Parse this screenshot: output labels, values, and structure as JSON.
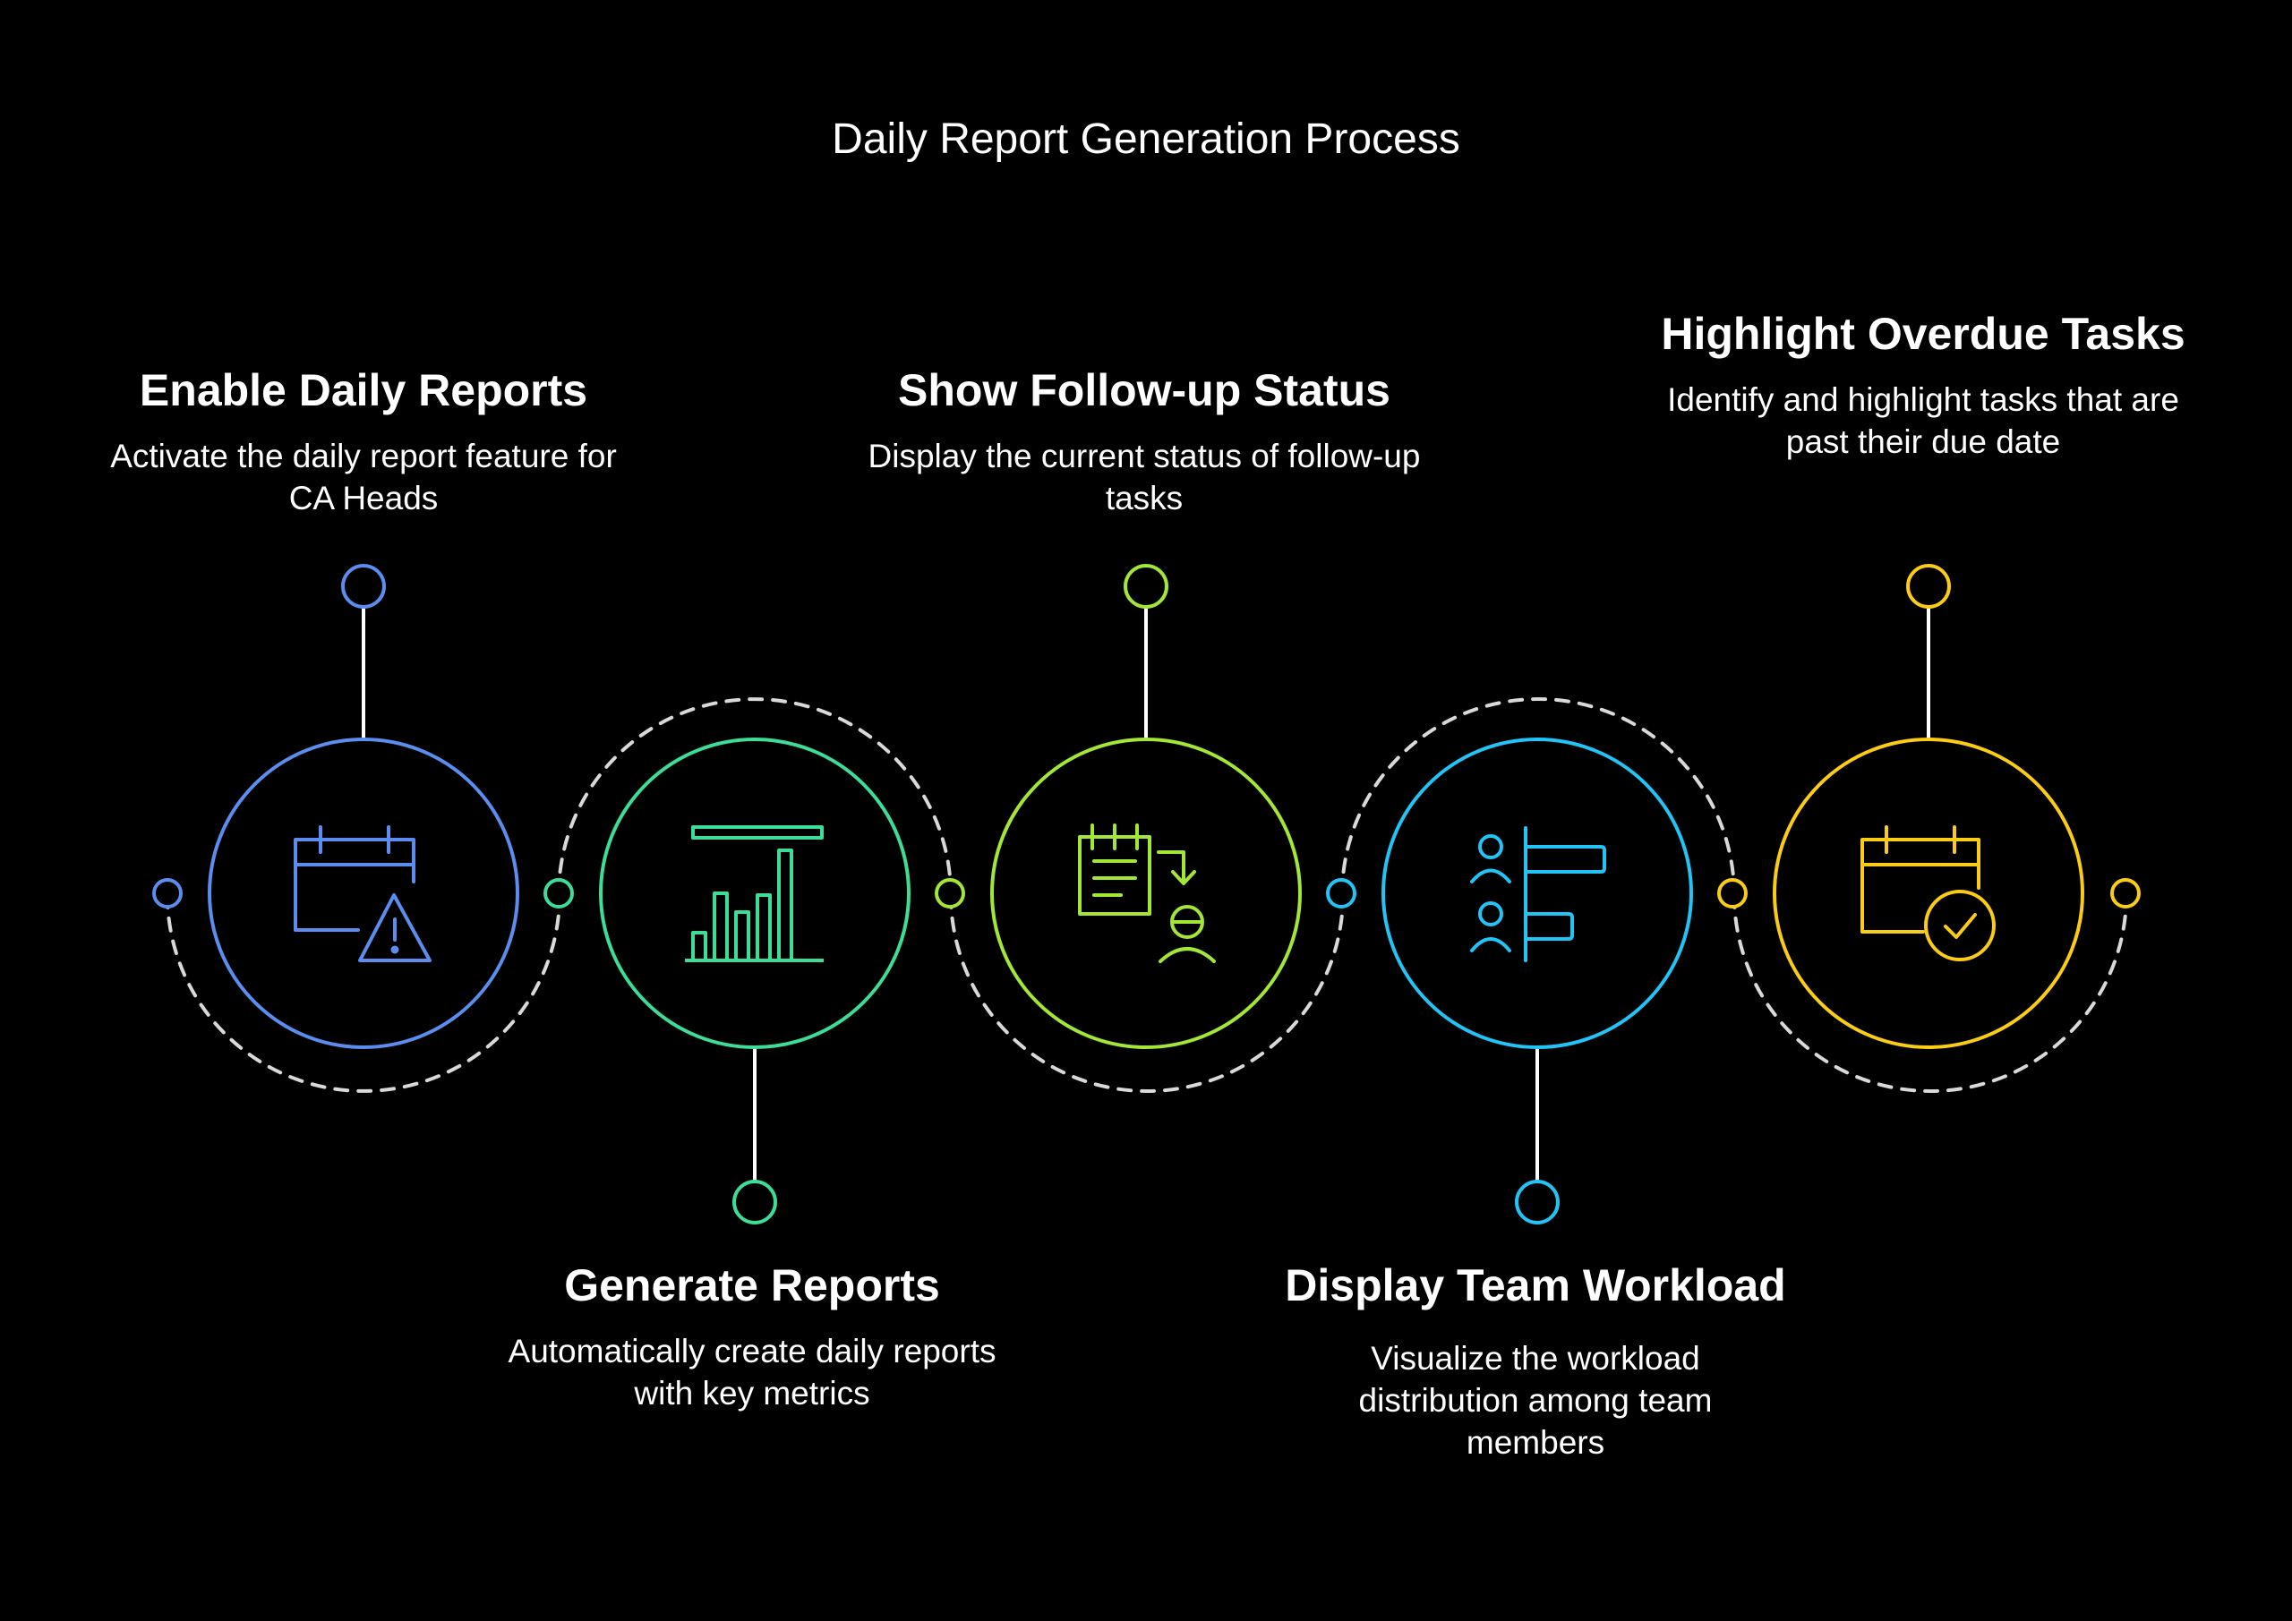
{
  "title": "Daily Report Generation Process",
  "colors": {
    "background": "#000000",
    "dashed_arc": "#d9d9d9",
    "connector": "#ffffff"
  },
  "steps": [
    {
      "title": "Enable Daily Reports",
      "description": "Activate the daily report feature for CA Heads",
      "icon": "calendar-warning-icon",
      "color": "#5b8def"
    },
    {
      "title": "Generate Reports",
      "description": "Automatically create daily reports with key metrics",
      "icon": "bar-chart-icon",
      "color": "#3ddc97"
    },
    {
      "title": "Show Follow-up Status",
      "description": "Display the current status of follow-up tasks",
      "icon": "clipboard-user-icon",
      "color": "#a3e635"
    },
    {
      "title": "Display Team Workload",
      "description": "Visualize the workload distribution among team members",
      "icon": "team-workload-icon",
      "color": "#22c3f5"
    },
    {
      "title": "Highlight Overdue Tasks",
      "description": "Identify and highlight tasks that are past their due date",
      "icon": "calendar-check-icon",
      "color": "#facc15"
    }
  ]
}
